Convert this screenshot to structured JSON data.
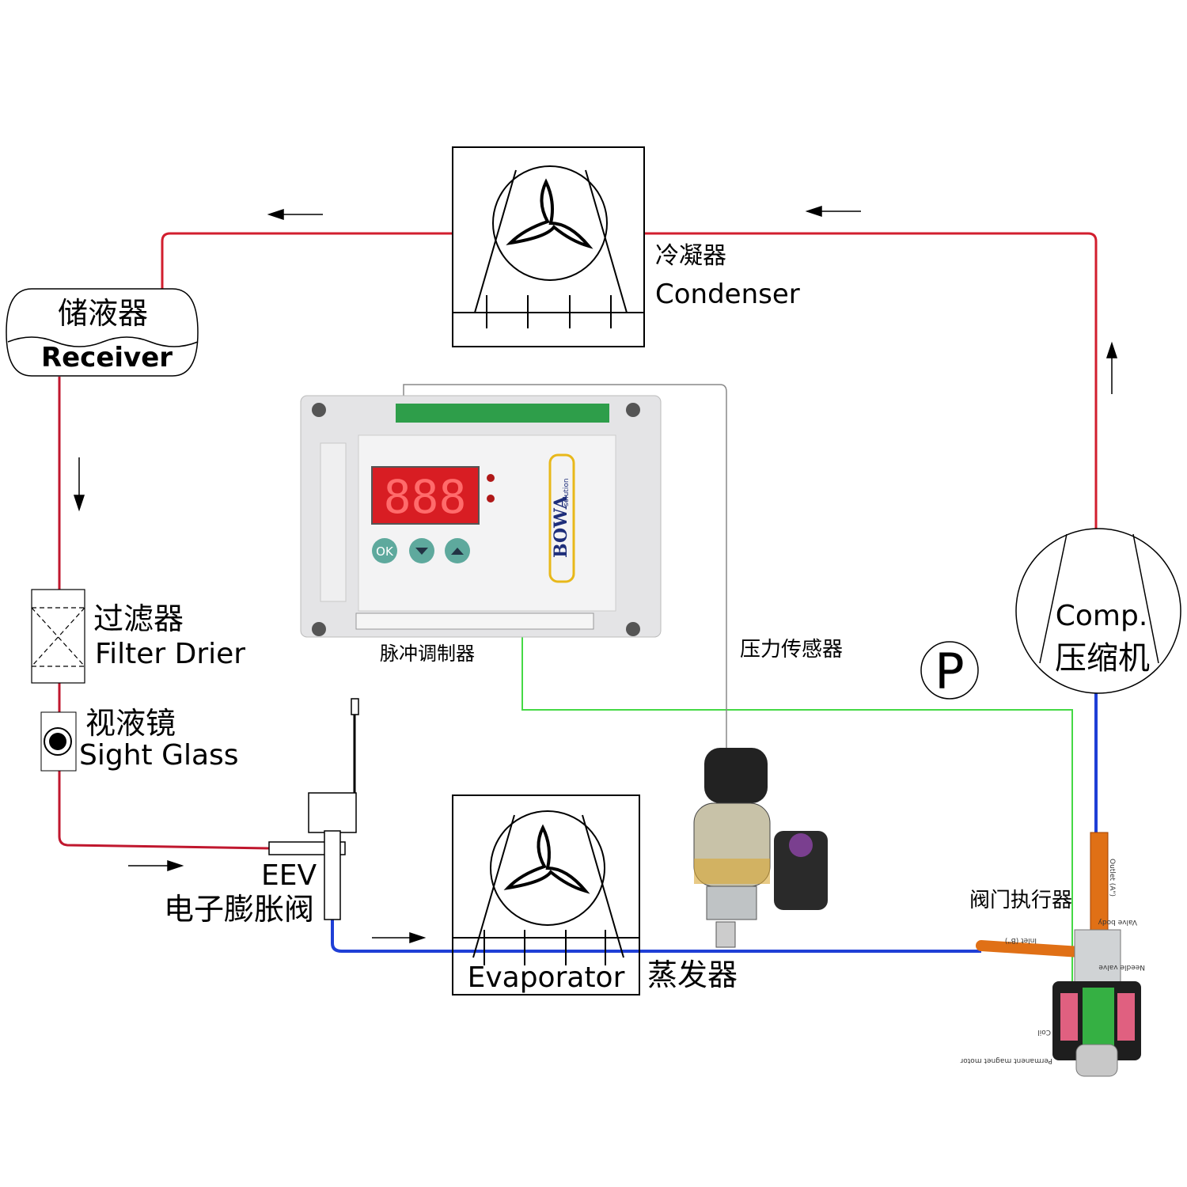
{
  "condenser": {
    "zh": "冷凝器",
    "en": "Condenser"
  },
  "receiver": {
    "zh": "储液器",
    "en": "Receiver"
  },
  "filter": {
    "zh": "过滤器",
    "en": "Filter Drier"
  },
  "sight": {
    "zh": "视液镜",
    "en": "Sight Glass"
  },
  "eev": {
    "en": "EEV",
    "zh": "电子膨胀阀"
  },
  "evap": {
    "en": "Evaporator",
    "zh": "蒸发器"
  },
  "comp": {
    "en": "Comp.",
    "zh": "压缩机"
  },
  "controller": {
    "label": "脉冲调制器",
    "display": "888",
    "brand": "BOWA",
    "brand_sub": "solution",
    "ok": "OK"
  },
  "sensor": {
    "label": "压力传感器",
    "symbol": "P"
  },
  "actuator": {
    "label": "阀门执行器"
  },
  "valve_labels": {
    "outlet": "Outlet (A\")",
    "inlet": "Inlet (B\")",
    "body": "Valve body",
    "needle": "Needle valve",
    "coil": "Coil",
    "motor": "Permanent magnet motor"
  }
}
